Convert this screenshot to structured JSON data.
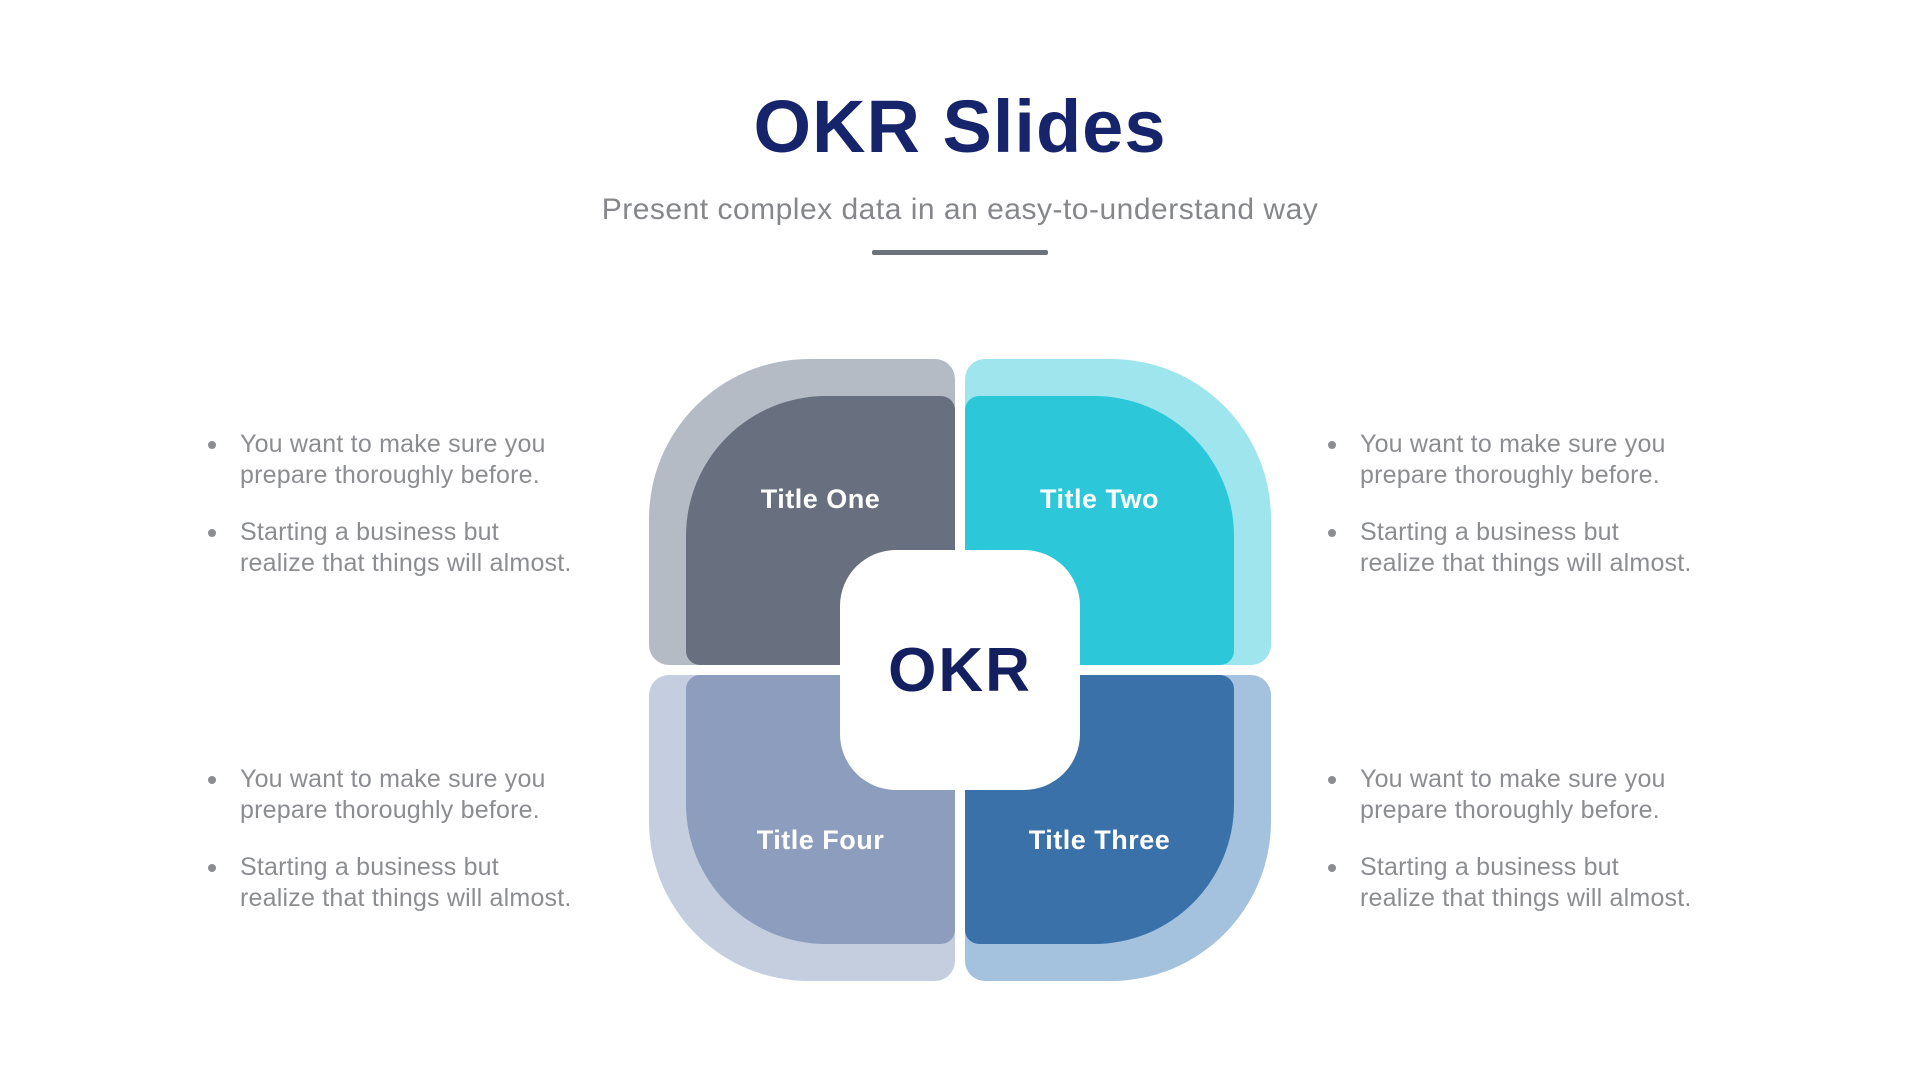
{
  "header": {
    "title": "OKR Slides",
    "subtitle": "Present complex data in an easy-to-understand way"
  },
  "colors": {
    "title_navy": "#16256b",
    "subtitle_gray": "#85878a",
    "divider_gray": "#6c737b",
    "body_gray": "#8b8d90",
    "center_text_navy": "#141f60"
  },
  "diagram": {
    "center_label": "OKR",
    "quadrants": [
      {
        "id": "one",
        "label": "Title One",
        "position": "top-left",
        "color": "#68707f",
        "light_color": "#b5bbc5"
      },
      {
        "id": "two",
        "label": "Title Two",
        "position": "top-right",
        "color": "#2cc8d9",
        "light_color": "#9fe5ee"
      },
      {
        "id": "three",
        "label": "Title Three",
        "position": "bottom-right",
        "color": "#3b71a9",
        "light_color": "#a4c2de"
      },
      {
        "id": "four",
        "label": "Title Four",
        "position": "bottom-left",
        "color": "#8c9dbd",
        "light_color": "#c5cedf"
      }
    ]
  },
  "text_blocks": [
    {
      "position": "top-left",
      "bullets": [
        "You want to make sure you prepare thoroughly before.",
        "Starting a business but realize that things will almost."
      ]
    },
    {
      "position": "top-right",
      "bullets": [
        "You want to make sure you prepare thoroughly before.",
        "Starting a business but realize that things will almost."
      ]
    },
    {
      "position": "bottom-left",
      "bullets": [
        "You want to make sure you prepare thoroughly before.",
        "Starting a business but realize that things will almost."
      ]
    },
    {
      "position": "bottom-right",
      "bullets": [
        "You want to make sure you prepare thoroughly before.",
        "Starting a business but realize that things will almost."
      ]
    }
  ]
}
